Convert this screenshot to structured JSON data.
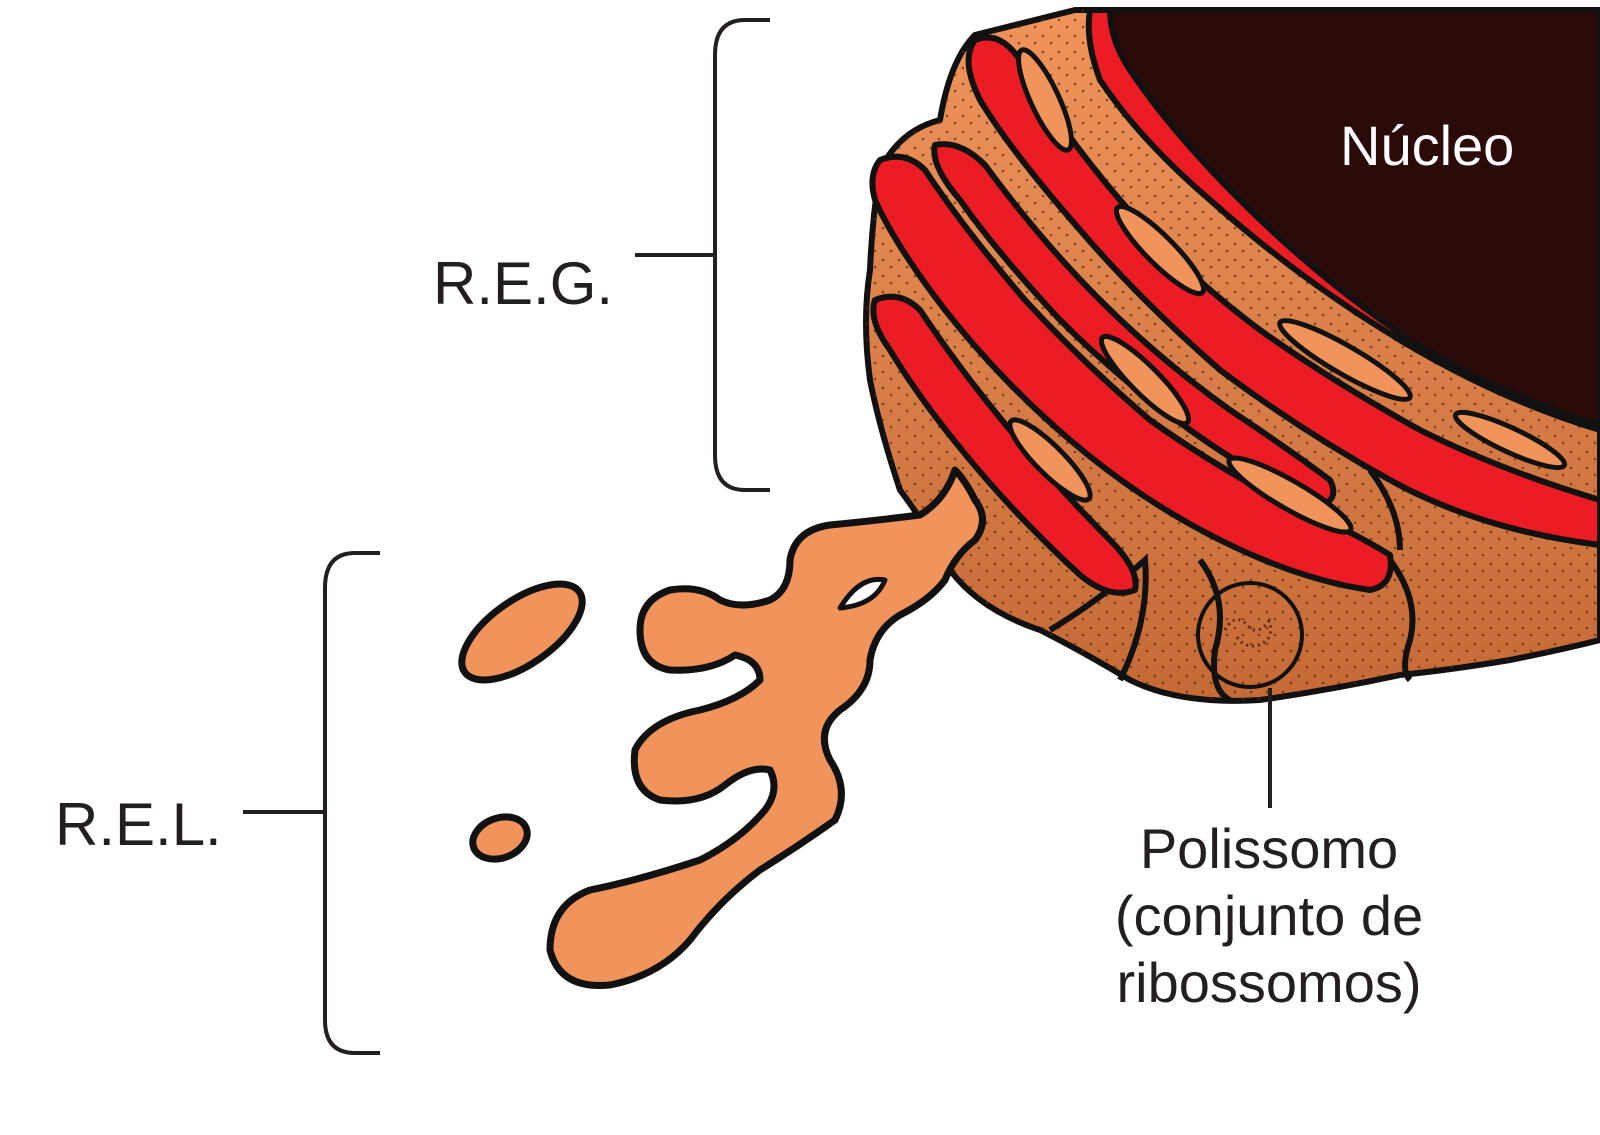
{
  "labels": {
    "nucleus": "Núcleo",
    "reg": "R.E.G.",
    "rel": "R.E.L.",
    "polysome_line1": "Polissomo",
    "polysome_line2": "(conjunto de",
    "polysome_line3": "ribossomos)"
  },
  "colors": {
    "nucleus": "#2b0a0a",
    "rough_er_lumen": "#ec1c24",
    "er_membrane": "#f0945c",
    "er_membrane_shadow": "#b9602f",
    "outline": "#111111",
    "ribosome_dots": "#5a2a10",
    "label_text": "#ffffff"
  }
}
